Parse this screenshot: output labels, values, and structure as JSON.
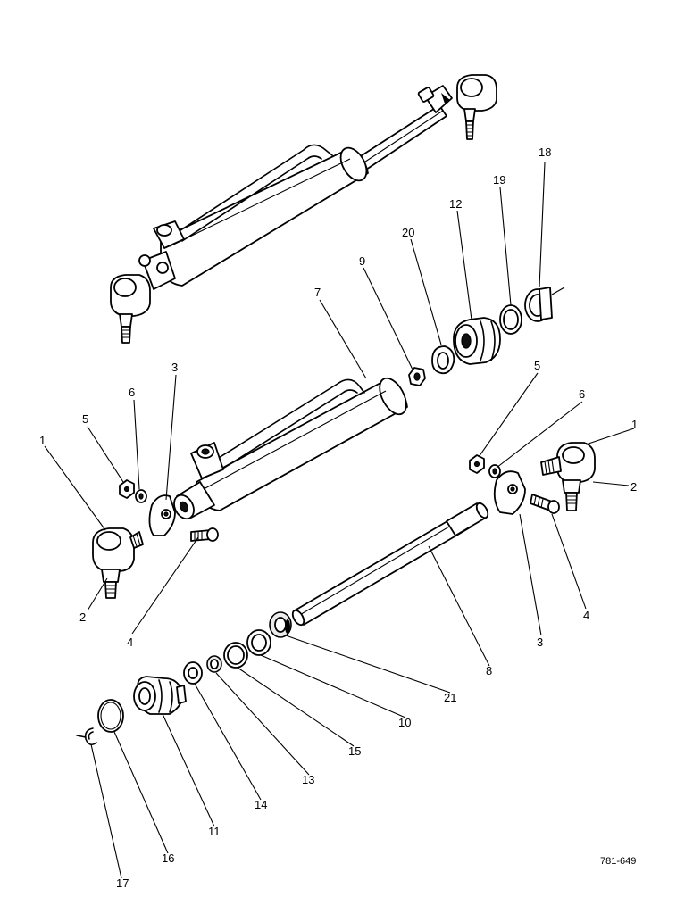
{
  "callouts": [
    {
      "id": "c18",
      "label": "18"
    },
    {
      "id": "c19",
      "label": "19"
    },
    {
      "id": "c12",
      "label": "12"
    },
    {
      "id": "c20",
      "label": "20"
    },
    {
      "id": "c9",
      "label": "9"
    },
    {
      "id": "c7",
      "label": "7"
    },
    {
      "id": "c3l",
      "label": "3"
    },
    {
      "id": "c6l",
      "label": "6"
    },
    {
      "id": "c5l",
      "label": "5"
    },
    {
      "id": "c1l",
      "label": "1"
    },
    {
      "id": "c2l",
      "label": "2"
    },
    {
      "id": "c4l",
      "label": "4"
    },
    {
      "id": "c5r",
      "label": "5"
    },
    {
      "id": "c6r",
      "label": "6"
    },
    {
      "id": "c1r",
      "label": "1"
    },
    {
      "id": "c2r",
      "label": "2"
    },
    {
      "id": "c4r",
      "label": "4"
    },
    {
      "id": "c3r",
      "label": "3"
    },
    {
      "id": "c8",
      "label": "8"
    },
    {
      "id": "c21",
      "label": "21"
    },
    {
      "id": "c10",
      "label": "10"
    },
    {
      "id": "c15",
      "label": "15"
    },
    {
      "id": "c13",
      "label": "13"
    },
    {
      "id": "c14",
      "label": "14"
    },
    {
      "id": "c11",
      "label": "11"
    },
    {
      "id": "c16",
      "label": "16"
    },
    {
      "id": "c17",
      "label": "17"
    }
  ],
  "drawing_number": "781-649"
}
